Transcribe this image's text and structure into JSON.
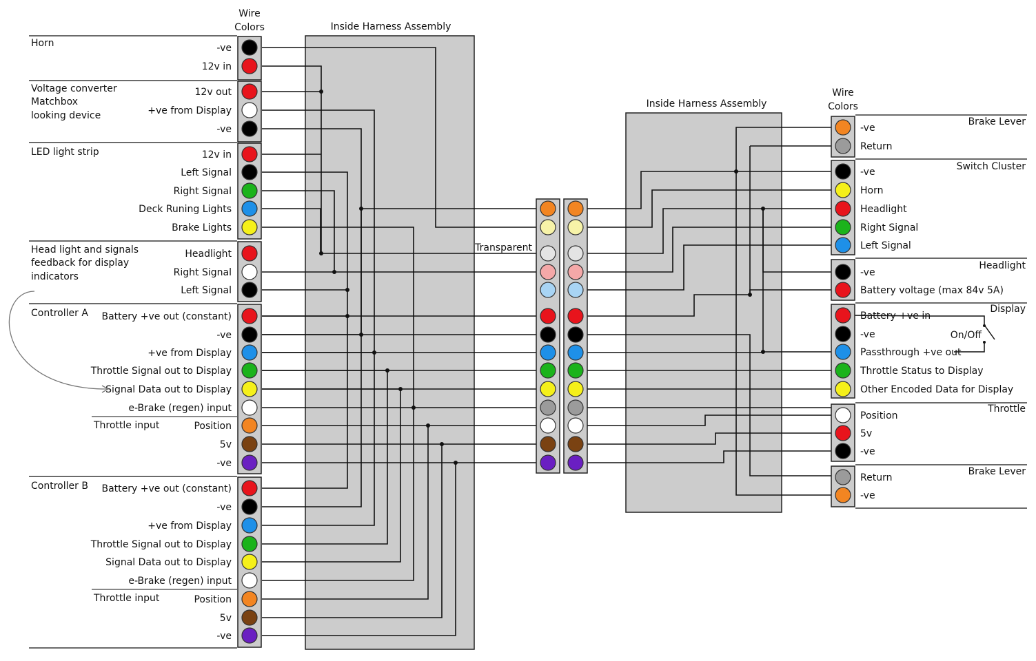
{
  "left_header": {
    "line1": "Wire",
    "line2": "Colors"
  },
  "right_header": {
    "line1": "Wire",
    "line2": "Colors"
  },
  "harness_left_label": "Inside Harness Assembly",
  "harness_right_label": "Inside Harness Assembly",
  "connector_label": "Transparent",
  "switch_label": "On/Off",
  "left_groups": [
    {
      "id": "horn",
      "title": [
        "Horn"
      ],
      "pins": [
        {
          "label": "-ve",
          "color": "#000000"
        },
        {
          "label": "12v in",
          "color": "#e8141c"
        }
      ]
    },
    {
      "id": "voltage-converter",
      "title": [
        "Voltage converter",
        "Matchbox",
        "looking device"
      ],
      "pins": [
        {
          "label": "12v out",
          "color": "#e8141c"
        },
        {
          "label": "+ve from Display",
          "color": "#ffffff"
        },
        {
          "label": "-ve",
          "color": "#000000"
        }
      ]
    },
    {
      "id": "led-strip",
      "title": [
        "LED light strip"
      ],
      "pins": [
        {
          "label": "12v in",
          "color": "#e8141c"
        },
        {
          "label": "Left Signal",
          "color": "#000000"
        },
        {
          "label": "Right Signal",
          "color": "#1bb31b"
        },
        {
          "label": "Deck Runing Lights",
          "color": "#1e90e8"
        },
        {
          "label": "Brake Lights",
          "color": "#f5f01a"
        }
      ]
    },
    {
      "id": "headlight-feedback",
      "title": [
        "Head light and signals",
        "feedback for display",
        "indicators"
      ],
      "pins": [
        {
          "label": "Headlight",
          "color": "#e8141c"
        },
        {
          "label": "Right Signal",
          "color": "#ffffff"
        },
        {
          "label": "Left Signal",
          "color": "#000000"
        }
      ]
    },
    {
      "id": "controller-a",
      "title": [
        "Controller A"
      ],
      "sub": "Throttle input",
      "pins": [
        {
          "label": "Battery +ve out (constant)",
          "color": "#e8141c"
        },
        {
          "label": "-ve",
          "color": "#000000"
        },
        {
          "label": "+ve from Display",
          "color": "#1e90e8"
        },
        {
          "label": "Throttle Signal out to Display",
          "color": "#1bb31b"
        },
        {
          "label": "Signal Data out to Display",
          "color": "#f5f01a"
        },
        {
          "label": "e-Brake (regen) input",
          "color": "#ffffff"
        },
        {
          "label": "Position",
          "color": "#f28522"
        },
        {
          "label": "5v",
          "color": "#7a4212"
        },
        {
          "label": "-ve",
          "color": "#6a1fc2"
        }
      ]
    },
    {
      "id": "controller-b",
      "title": [
        "Controller B"
      ],
      "sub": "Throttle input",
      "pins": [
        {
          "label": "Battery +ve out (constant)",
          "color": "#e8141c"
        },
        {
          "label": "-ve",
          "color": "#000000"
        },
        {
          "label": "+ve from Display",
          "color": "#1e90e8"
        },
        {
          "label": "Throttle Signal out to Display",
          "color": "#1bb31b"
        },
        {
          "label": "Signal Data out to Display",
          "color": "#f5f01a"
        },
        {
          "label": "e-Brake (regen) input",
          "color": "#ffffff"
        },
        {
          "label": "Position",
          "color": "#f28522"
        },
        {
          "label": "5v",
          "color": "#7a4212"
        },
        {
          "label": "-ve",
          "color": "#6a1fc2"
        }
      ]
    }
  ],
  "center_pins": [
    {
      "color": "#f28522"
    },
    {
      "color": "#f7f3a8"
    },
    {
      "color": "#e4e4e4"
    },
    {
      "color": "#f4a8a8"
    },
    {
      "color": "#a8d4f4"
    },
    {
      "color": "#e8141c"
    },
    {
      "color": "#000000"
    },
    {
      "color": "#1e90e8"
    },
    {
      "color": "#1bb31b"
    },
    {
      "color": "#f5f01a"
    },
    {
      "color": "#9b9b9b"
    },
    {
      "color": "#ffffff"
    },
    {
      "color": "#7a4212"
    },
    {
      "color": "#6a1fc2"
    }
  ],
  "right_groups": [
    {
      "id": "brake-lever-1",
      "title": "Brake Lever",
      "pins": [
        {
          "label": "-ve",
          "color": "#f28522"
        },
        {
          "label": "Return",
          "color": "#9b9b9b"
        }
      ]
    },
    {
      "id": "switch-cluster",
      "title": "Switch Cluster",
      "pins": [
        {
          "label": "-ve",
          "color": "#000000"
        },
        {
          "label": "Horn",
          "color": "#f5f01a"
        },
        {
          "label": "Headlight",
          "color": "#e8141c"
        },
        {
          "label": "Right Signal",
          "color": "#1bb31b"
        },
        {
          "label": "Left Signal",
          "color": "#1e90e8"
        }
      ]
    },
    {
      "id": "headlight",
      "title": "Headlight",
      "pins": [
        {
          "label": "-ve",
          "color": "#000000"
        },
        {
          "label": "Battery voltage (max 84v 5A)",
          "color": "#e8141c"
        }
      ]
    },
    {
      "id": "display",
      "title": "Display",
      "pins": [
        {
          "label": "Battery +ve in",
          "color": "#e8141c"
        },
        {
          "label": "-ve",
          "color": "#000000"
        },
        {
          "label": "Passthrough +ve out",
          "color": "#1e90e8"
        },
        {
          "label": "Throttle Status to Display",
          "color": "#1bb31b"
        },
        {
          "label": "Other Encoded Data for Display",
          "color": "#f5f01a"
        }
      ]
    },
    {
      "id": "throttle",
      "title": "Throttle",
      "pins": [
        {
          "label": "Position",
          "color": "#ffffff"
        },
        {
          "label": "5v",
          "color": "#e8141c"
        },
        {
          "label": "-ve",
          "color": "#000000"
        }
      ]
    },
    {
      "id": "brake-lever-2",
      "title": "Brake Lever",
      "pins": [
        {
          "label": "Return",
          "color": "#9b9b9b"
        },
        {
          "label": "-ve",
          "color": "#f28522"
        }
      ]
    }
  ]
}
